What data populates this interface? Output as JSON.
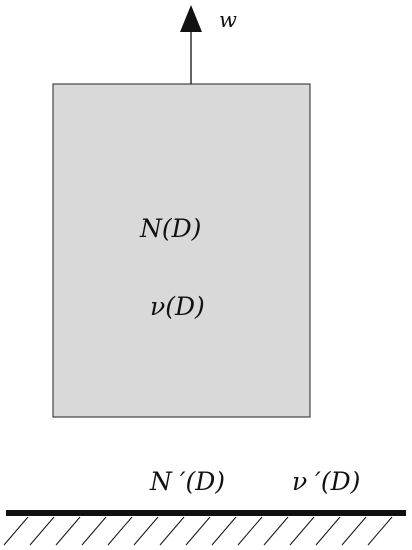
{
  "labels": {
    "velocity": "w",
    "body_n": "N(D)",
    "body_nu": "ν(D)",
    "surface_n": "N ′(D)",
    "surface_nu": "ν ′(D)"
  },
  "colors": {
    "block_fill": "#d9d9d9",
    "stroke": "#111111",
    "background": "#ffffff"
  }
}
